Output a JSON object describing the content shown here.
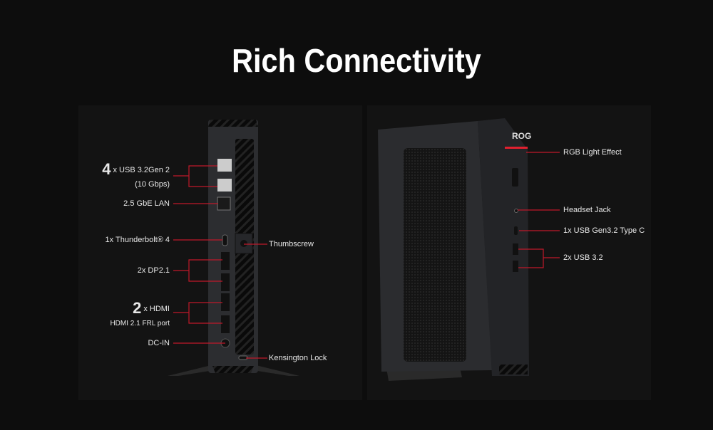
{
  "title": "Rich Connectivity",
  "rear_view": {
    "labels": {
      "usb_count": "4",
      "usb": "x USB 3.2Gen 2",
      "usb_speed": "(10 Gbps)",
      "lan": "2.5 GbE LAN",
      "thunderbolt": "1x Thunderbolt® 4",
      "dp": "2x DP2.1",
      "hdmi_count": "2",
      "hdmi": "x HDMI",
      "hdmi_sub": "HDMI 2.1 FRL port",
      "dcin": "DC-IN",
      "thumbscrew": "Thumbscrew",
      "kensington": "Kensington Lock"
    }
  },
  "front_view": {
    "labels": {
      "rgb": "RGB Light Effect",
      "headset": "Headset Jack",
      "usbc": "1x USB Gen3.2 Type C",
      "usb32": "2x USB 3.2"
    }
  },
  "colors": {
    "accent": "#c0182a",
    "background": "#0d0d0d",
    "panel": "#131313"
  }
}
